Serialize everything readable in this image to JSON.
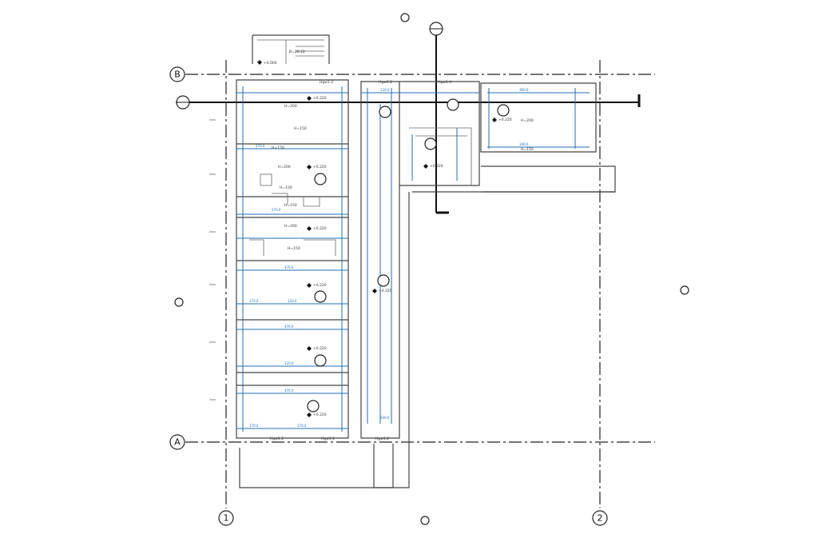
{
  "grid_labels": {
    "A": "A",
    "B": "B",
    "one": "1",
    "two": "2"
  },
  "room_labels": [
    "H=200",
    "H=150",
    "H=150",
    "H=200",
    "H=150",
    "H=150",
    "H=200",
    "H=150",
    "H=200",
    "H=150"
  ],
  "level_tags": [
    "+0.000",
    "+0.220",
    "+0.220",
    "+0.220",
    "+0.220",
    "+0.220",
    "+0.220",
    "+0.220",
    "+0.220",
    "+0.220"
  ],
  "window_tags": [
    "Hgw1.2",
    "Hgw1.2",
    "Hgw1.4",
    "Hgw1.2",
    "Hgw1.2",
    "Hgw1.2"
  ],
  "dimension_texts": [
    "270.0",
    "476.0",
    "476.0",
    "476.0",
    "270.0",
    "170.0",
    "120.0",
    "120.0",
    "170.0",
    "100.0",
    "360.0",
    "340.0",
    "120.0",
    "170.0"
  ],
  "stair_note": "B=28.12",
  "colors": {
    "dimension": "#1f6fb5",
    "wall": "#444444",
    "grid": "#222222"
  }
}
